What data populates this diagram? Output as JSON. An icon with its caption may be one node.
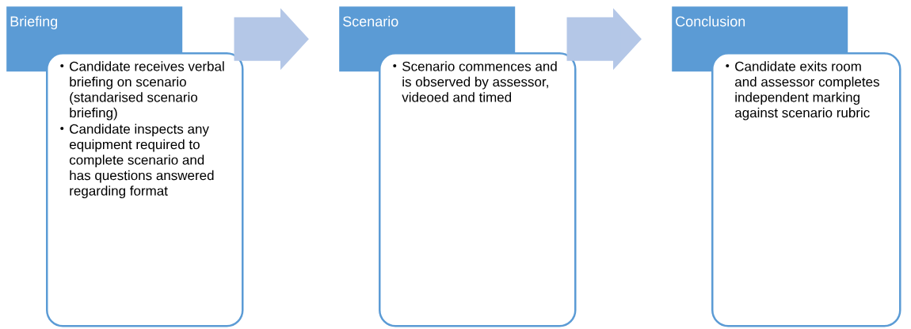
{
  "diagram": {
    "nodes": [
      {
        "text": [
          "Briefing"
        ]
      },
      {
        "text": [
          "Candidate receives verbal briefing on scenario (standarised scenario briefing)",
          "Candidate inspects any equipment required to complete scenario and has questions answered regarding format"
        ]
      },
      {
        "text": [
          "Scenario"
        ]
      },
      {
        "text": [
          "Scenario commences and is observed by assessor, videoed and timed"
        ]
      },
      {
        "text": [
          "Conclusion"
        ]
      },
      {
        "text": [
          "Candidate exits room and assessor completes independent marking against scenario rubric"
        ]
      }
    ],
    "edges": [
      {
        "from": 1,
        "to": 2,
        "arrow": "to"
      },
      {
        "from": 3,
        "to": 4,
        "arrow": "to"
      }
    ]
  }
}
